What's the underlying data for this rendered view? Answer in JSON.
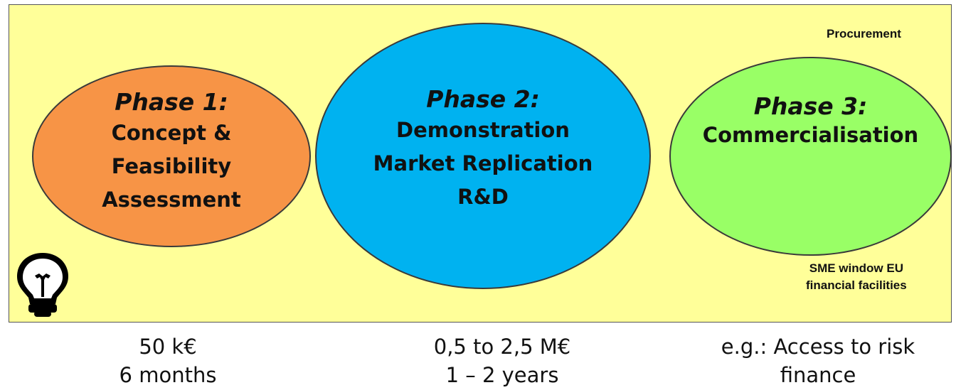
{
  "phases": [
    {
      "title": "Phase 1:",
      "lines": [
        "Concept &",
        "Feasibility",
        "Assessment"
      ],
      "color": "#f79446"
    },
    {
      "title": "Phase 2:",
      "lines": [
        "Demonstration",
        "Market Replication",
        "R&D"
      ],
      "color": "#00b2f0"
    },
    {
      "title": "Phase 3:",
      "lines": [
        "Commercialisation"
      ],
      "color": "#99ff66"
    }
  ],
  "notes": {
    "procurement": "Procurement",
    "sme_line1": "SME window EU",
    "sme_line2": "financial facilities"
  },
  "footer": [
    {
      "line1": "50 k€",
      "line2": "6 months"
    },
    {
      "line1": "0,5 to 2,5 M€",
      "line2": "1 – 2 years"
    },
    {
      "line1": "e.g.: Access to risk",
      "line2": "finance"
    }
  ],
  "icons": {
    "idea": "lightbulb-icon"
  },
  "colors": {
    "background": "#ffff99",
    "border": "#555555"
  }
}
